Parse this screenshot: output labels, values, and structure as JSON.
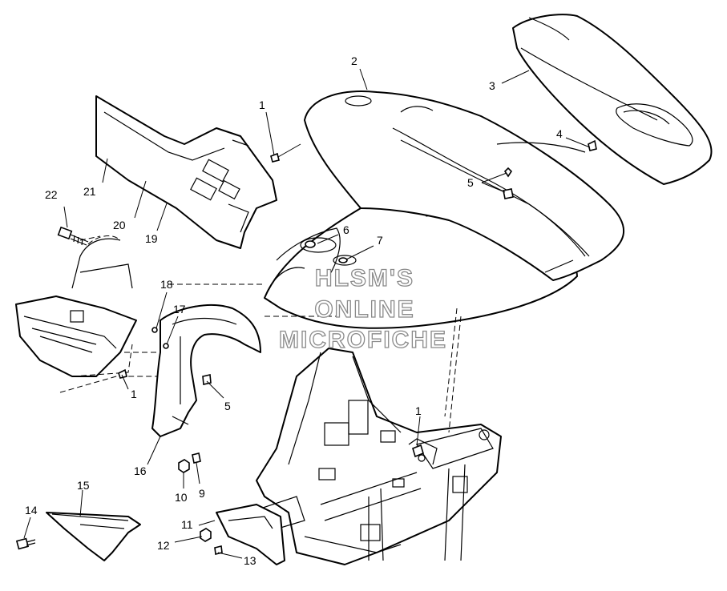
{
  "watermark": {
    "line1": "HLSM'S",
    "line2": "ONLINE",
    "line3": "MICROFICHE"
  },
  "callouts": {
    "c1a": "1",
    "c1b": "1",
    "c1c": "1",
    "c2": "2",
    "c3": "3",
    "c4": "4",
    "c5a": "5",
    "c5b": "5",
    "c6": "6",
    "c7": "7",
    "c9": "9",
    "c10": "10",
    "c11": "11",
    "c12": "12",
    "c13": "13",
    "c14": "14",
    "c15": "15",
    "c16": "16",
    "c17": "17",
    "c18": "18",
    "c19": "19",
    "c20": "20",
    "c21": "21",
    "c22": "22"
  },
  "colors": {
    "line": "#000000",
    "background": "#ffffff",
    "watermark_outline": "#8a8a8a"
  }
}
